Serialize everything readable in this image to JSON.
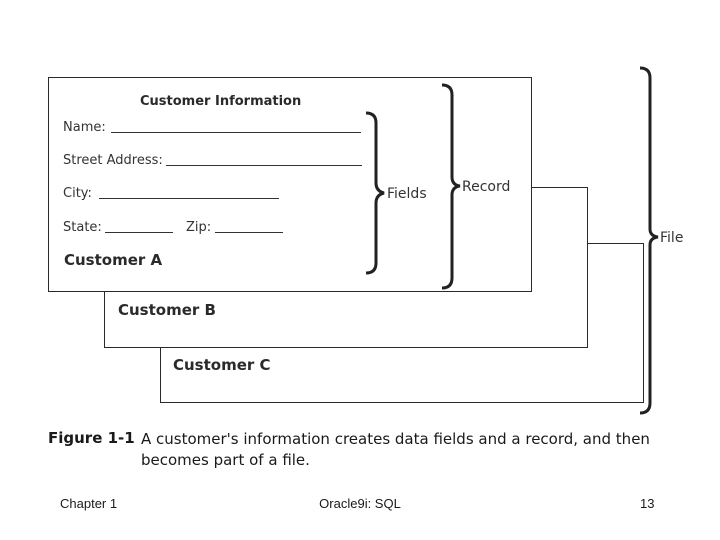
{
  "diagram": {
    "form": {
      "title": "Customer Information",
      "fields": {
        "name": "Name:",
        "street": "Street Address:",
        "city": "City:",
        "state": "State:",
        "zip": "Zip:"
      }
    },
    "cards": {
      "a": "Customer A",
      "b": "Customer B",
      "c": "Customer C"
    },
    "brackets": {
      "fields": "Fields",
      "record": "Record",
      "file": "File"
    }
  },
  "caption": {
    "label": "Figure 1-1",
    "text": "A customer's information creates data fields and a record, and then becomes part of a file."
  },
  "footer": {
    "chapter": "Chapter 1",
    "book": "Oracle9i: SQL",
    "page": "13"
  }
}
